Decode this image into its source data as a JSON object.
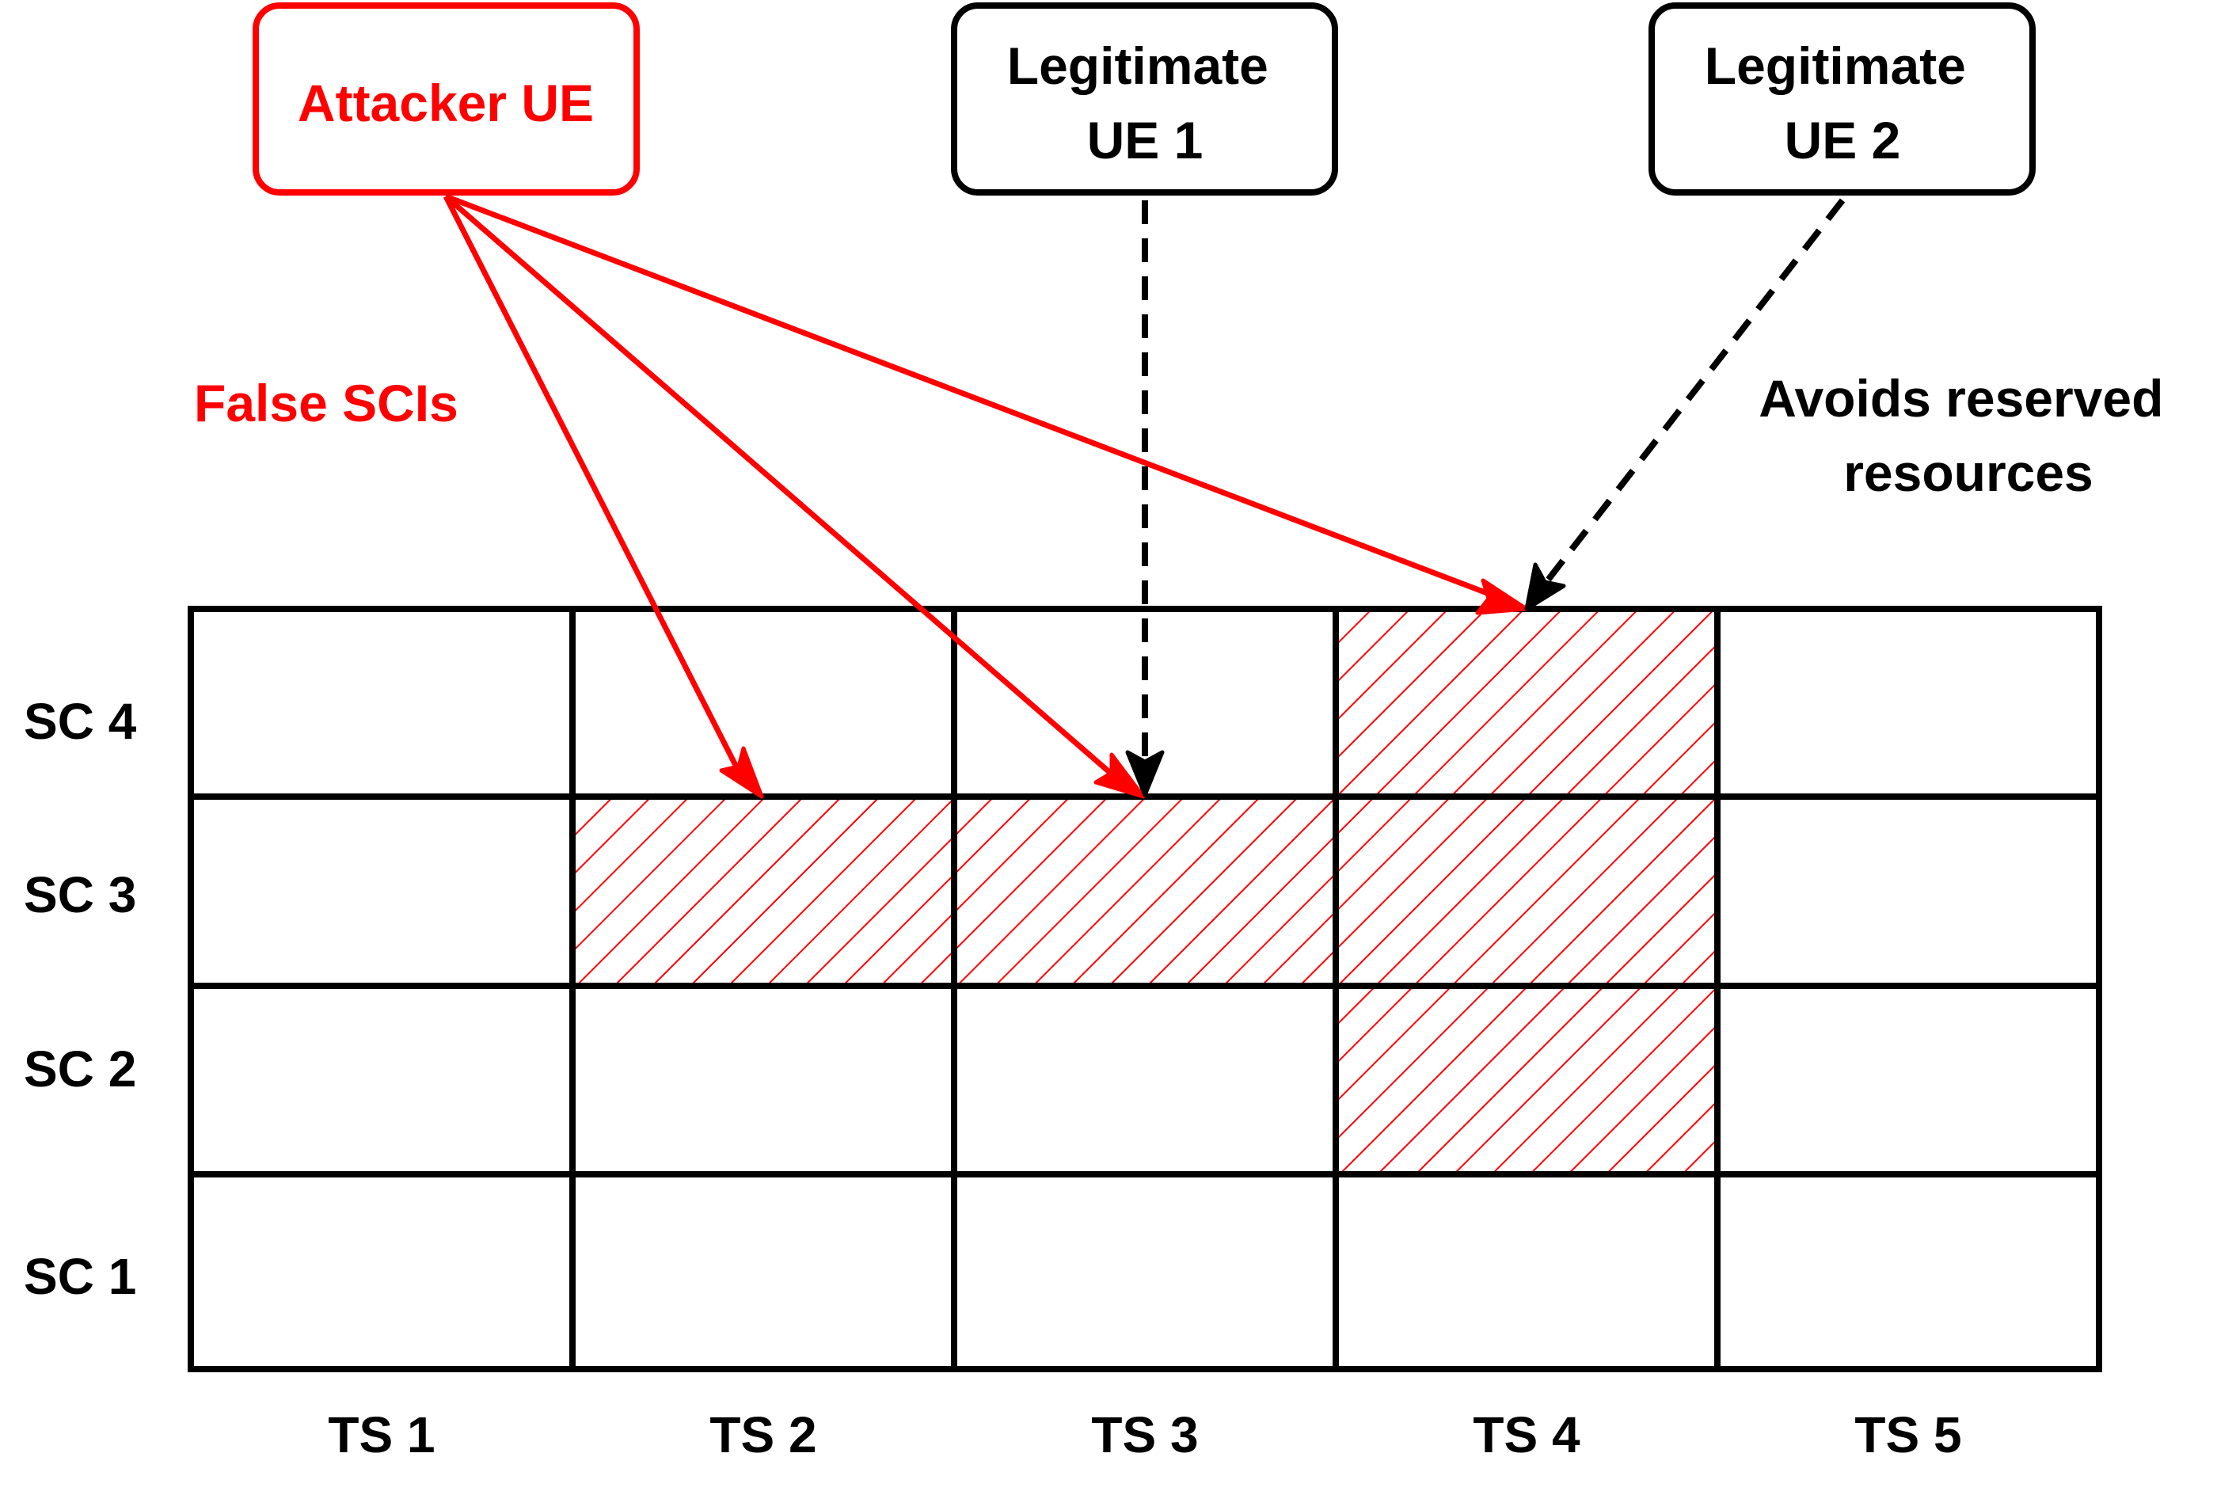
{
  "entities": {
    "attacker": {
      "label": "Attacker UE",
      "color": "#ff0000"
    },
    "legit1": {
      "label_lines": [
        "Legitimate",
        "UE 1"
      ],
      "color": "#000000"
    },
    "legit2": {
      "label_lines": [
        "Legitimate",
        "UE 2"
      ],
      "color": "#000000"
    }
  },
  "annotations": {
    "false_scis": "False SCIs",
    "avoids_lines": [
      "Avoids reserved",
      "resources"
    ]
  },
  "grid": {
    "rows": [
      "SC 4",
      "SC 3",
      "SC 2",
      "SC 1"
    ],
    "cols": [
      "TS 1",
      "TS 2",
      "TS 3",
      "TS 4",
      "TS 5"
    ],
    "hatched_cells": [
      {
        "ts": "TS 2",
        "sc": "SC 3"
      },
      {
        "ts": "TS 3",
        "sc": "SC 3"
      },
      {
        "ts": "TS 4",
        "sc": "SC 4"
      },
      {
        "ts": "TS 4",
        "sc": "SC 3"
      },
      {
        "ts": "TS 4",
        "sc": "SC 2"
      }
    ],
    "hatch_color": "#ff0000"
  },
  "edges": [
    {
      "from": "Attacker UE",
      "to": "TS 2 / SC 3",
      "style": "solid",
      "color": "#ff0000"
    },
    {
      "from": "Attacker UE",
      "to": "TS 3 / SC 3",
      "style": "solid",
      "color": "#ff0000"
    },
    {
      "from": "Attacker UE",
      "to": "TS 4 / SC 4",
      "style": "solid",
      "color": "#ff0000"
    },
    {
      "from": "Legitimate UE 1",
      "to": "TS 3 / SC 3",
      "style": "dashed",
      "color": "#000000"
    },
    {
      "from": "Legitimate UE 2",
      "to": "TS 4 / SC 4",
      "style": "dashed",
      "color": "#000000"
    }
  ]
}
